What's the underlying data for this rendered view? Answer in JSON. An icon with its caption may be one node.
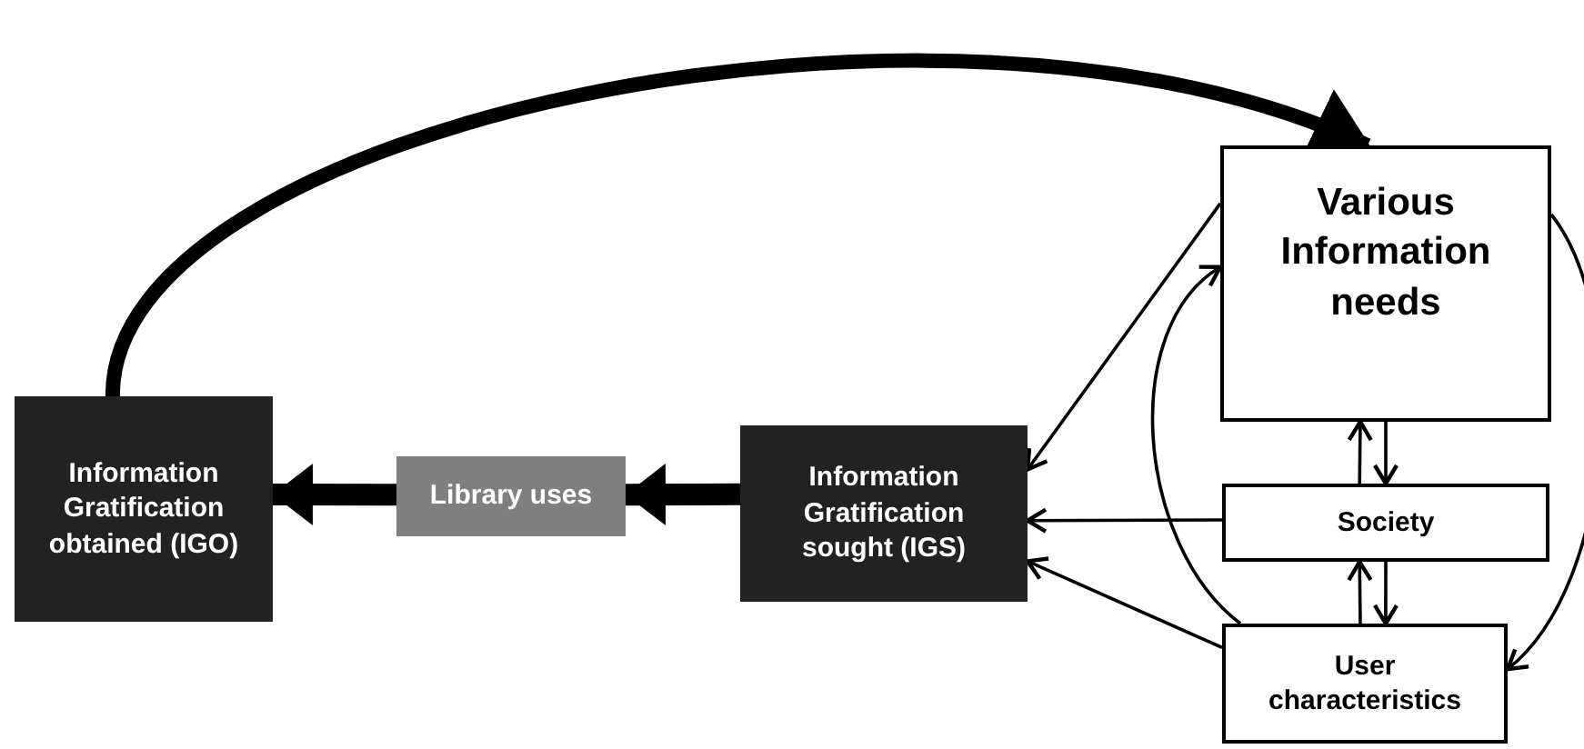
{
  "diagram": {
    "nodes": [
      {
        "text": [
          "Information Gratification obtained (IGO)"
        ]
      },
      {
        "text": [
          "Library uses"
        ]
      },
      {
        "text": [
          "Information Gratification sought (IGS)"
        ]
      },
      {
        "text": [
          "Various Information needs"
        ]
      },
      {
        "text": [
          "Society"
        ]
      },
      {
        "text": [
          "User characteristics"
        ]
      }
    ],
    "edges": [
      {
        "from": 2,
        "to": 1,
        "arrow": "to",
        "style": "thick"
      },
      {
        "from": 1,
        "to": 0,
        "arrow": "to",
        "style": "thick"
      },
      {
        "from": 0,
        "to": 3,
        "arrow": "to",
        "style": "thick"
      },
      {
        "from": 3,
        "to": 2,
        "arrow": "to"
      },
      {
        "from": 4,
        "to": 2,
        "arrow": "to"
      },
      {
        "from": 5,
        "to": 2,
        "arrow": "to"
      },
      {
        "from": 5,
        "to": 3,
        "arrow": "to"
      },
      {
        "from": 3,
        "to": 5,
        "arrow": "to"
      },
      {
        "from": 4,
        "to": 3,
        "arrow": "to"
      },
      {
        "from": 3,
        "to": 4,
        "arrow": "to"
      },
      {
        "from": 5,
        "to": 4,
        "arrow": "to"
      },
      {
        "from": 4,
        "to": 5,
        "arrow": "to"
      }
    ]
  }
}
